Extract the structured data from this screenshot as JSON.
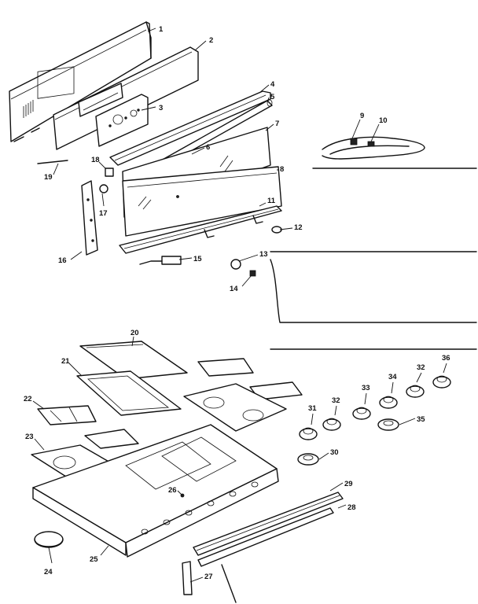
{
  "diagram": {
    "parts": [
      {
        "key": "p1",
        "label": "1"
      },
      {
        "key": "p2",
        "label": "2"
      },
      {
        "key": "p3",
        "label": "3"
      },
      {
        "key": "p4",
        "label": "4"
      },
      {
        "key": "p5",
        "label": "5"
      },
      {
        "key": "p6",
        "label": "6"
      },
      {
        "key": "p7",
        "label": "7"
      },
      {
        "key": "p8",
        "label": "8"
      },
      {
        "key": "p9",
        "label": "9"
      },
      {
        "key": "p10",
        "label": "10"
      },
      {
        "key": "p11",
        "label": "11"
      },
      {
        "key": "p12",
        "label": "12"
      },
      {
        "key": "p13",
        "label": "13"
      },
      {
        "key": "p14",
        "label": "14"
      },
      {
        "key": "p15",
        "label": "15"
      },
      {
        "key": "p16",
        "label": "16"
      },
      {
        "key": "p17",
        "label": "17"
      },
      {
        "key": "p18",
        "label": "18"
      },
      {
        "key": "p19",
        "label": "19"
      },
      {
        "key": "p20",
        "label": "20"
      },
      {
        "key": "p21",
        "label": "21"
      },
      {
        "key": "p22",
        "label": "22"
      },
      {
        "key": "p23",
        "label": "23"
      },
      {
        "key": "p24",
        "label": "24"
      },
      {
        "key": "p25",
        "label": "25"
      },
      {
        "key": "p26",
        "label": "26"
      },
      {
        "key": "p27",
        "label": "27"
      },
      {
        "key": "p28",
        "label": "28"
      },
      {
        "key": "p29",
        "label": "29"
      },
      {
        "key": "p30",
        "label": "30"
      },
      {
        "key": "p31",
        "label": "31"
      },
      {
        "key": "p32a",
        "label": "32"
      },
      {
        "key": "p32b",
        "label": "32"
      },
      {
        "key": "p33",
        "label": "33"
      },
      {
        "key": "p34",
        "label": "34"
      },
      {
        "key": "p35",
        "label": "35"
      },
      {
        "key": "p36",
        "label": "36"
      }
    ]
  }
}
